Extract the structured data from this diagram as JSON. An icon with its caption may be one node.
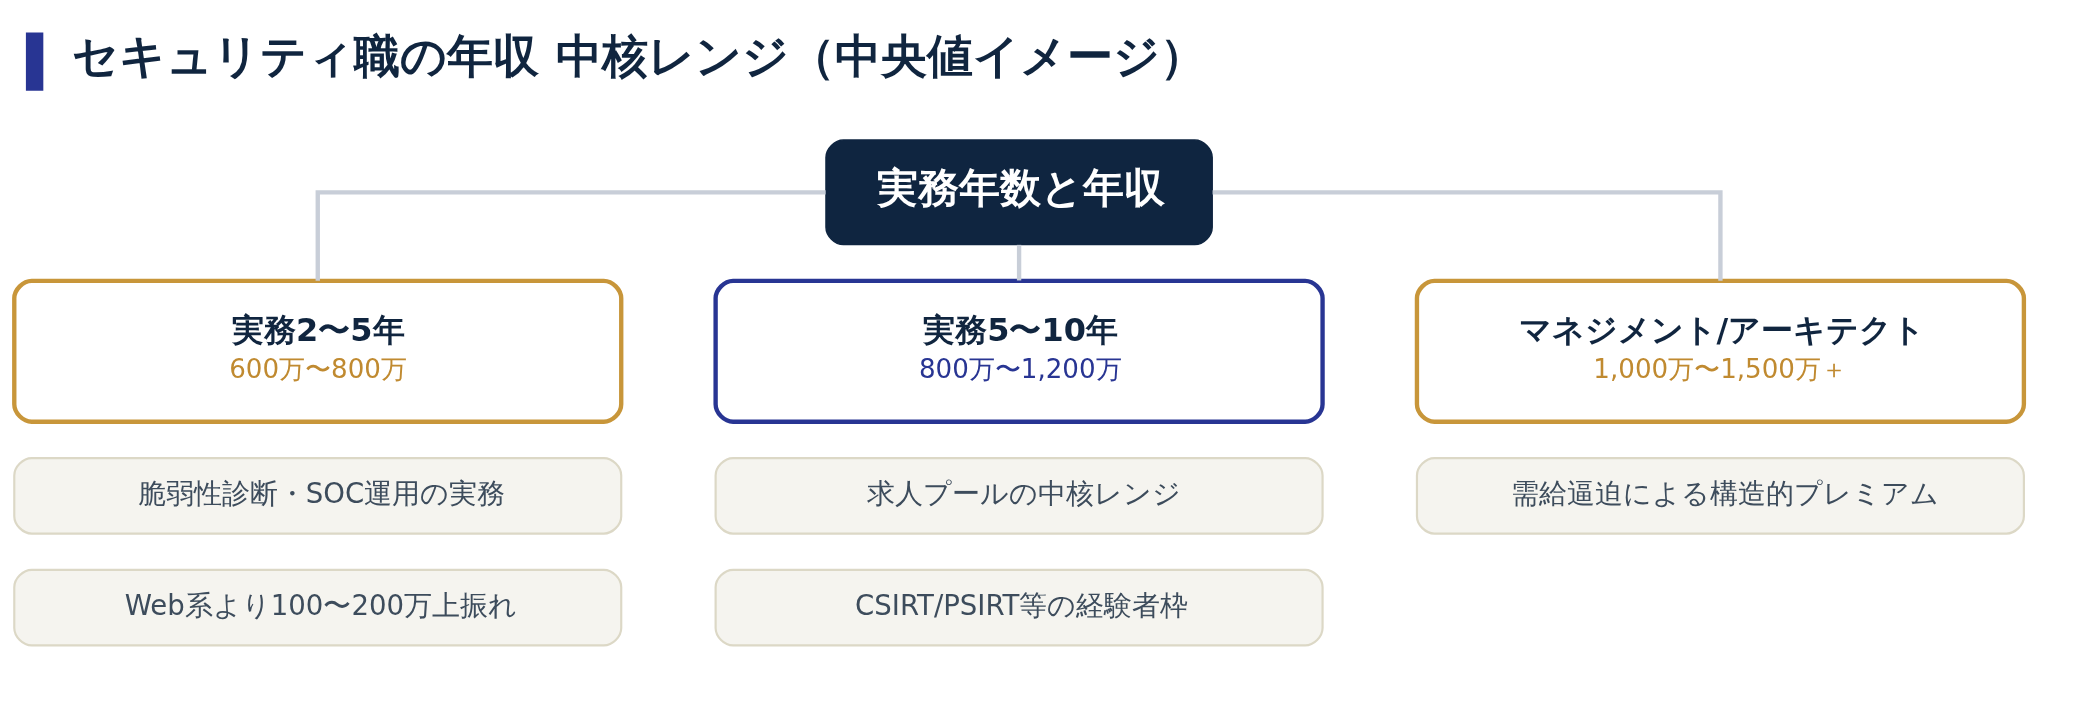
{
  "diagram": {
    "title": "セキュリティ職の年収 中核レンジ（中央値イメージ）",
    "nodes": [
      {
        "text": [
          "実務年数と年収"
        ]
      },
      {
        "text": [
          "実務2〜5年",
          "600万〜800万"
        ]
      },
      {
        "text": [
          "脆弱性診断・SOC運用の実務"
        ]
      },
      {
        "text": [
          "Web系より100〜200万上振れ"
        ]
      },
      {
        "text": [
          "実務5〜10年",
          "800万〜1,200万"
        ]
      },
      {
        "text": [
          "求人プールの中核レンジ"
        ]
      },
      {
        "text": [
          "CSIRT/PSIRT等の経験者枠"
        ]
      },
      {
        "text": [
          "マネジメント/アーキテクト",
          "1,000万〜1,500万＋"
        ]
      },
      {
        "text": [
          "需給逼迫による構造的プレミアム"
        ]
      }
    ],
    "edges": [
      {
        "from": 0,
        "to": 1,
        "arrow": "none"
      },
      {
        "from": 0,
        "to": 4,
        "arrow": "none"
      },
      {
        "from": 0,
        "to": 7,
        "arrow": "none"
      }
    ]
  }
}
